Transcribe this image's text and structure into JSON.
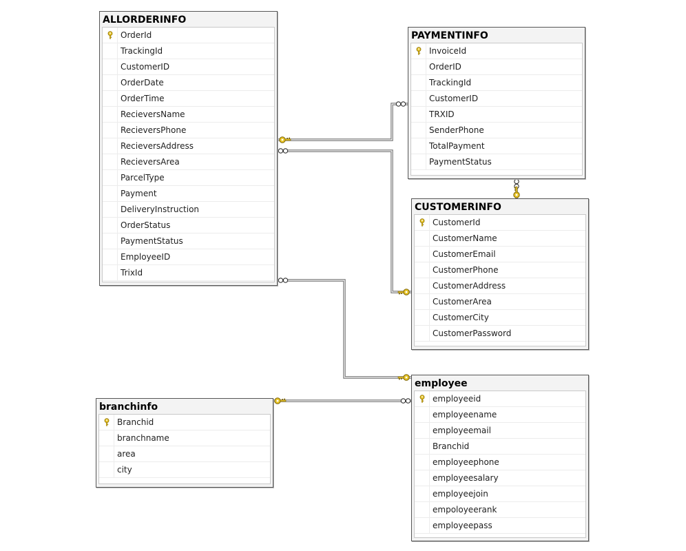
{
  "diagram": {
    "tables": [
      {
        "id": "allorderinfo",
        "title": "ALLORDERINFO",
        "key_column": "OrderId",
        "columns": [
          "OrderId",
          "TrackingId",
          "CustomerID",
          "OrderDate",
          "OrderTime",
          "RecieversName",
          "RecieversPhone",
          "RecieversAddress",
          "RecieversArea",
          "ParcelType",
          "Payment",
          "DeliveryInstruction",
          "OrderStatus",
          "PaymentStatus",
          "EmployeeID",
          "TrixId"
        ]
      },
      {
        "id": "paymentinfo",
        "title": "PAYMENTINFO",
        "key_column": "InvoiceId",
        "columns": [
          "InvoiceId",
          "OrderID",
          "TrackingId",
          "CustomerID",
          "TRXID",
          "SenderPhone",
          "TotalPayment",
          "PaymentStatus"
        ]
      },
      {
        "id": "customerinfo",
        "title": "CUSTOMERINFO",
        "key_column": "CustomerId",
        "columns": [
          "CustomerId",
          "CustomerName",
          "CustomerEmail",
          "CustomerPhone",
          "CustomerAddress",
          "CustomerArea",
          "CustomerCity",
          "CustomerPassword"
        ]
      },
      {
        "id": "employee",
        "title": "employee",
        "key_column": "employeeid",
        "columns": [
          "employeeid",
          "employeename",
          "employeemail",
          "Branchid",
          "employeephone",
          "employeesalary",
          "employeejoin",
          "empoloyeerank",
          "employeepass"
        ]
      },
      {
        "id": "branchinfo",
        "title": "branchinfo",
        "key_column": "Branchid",
        "columns": [
          "Branchid",
          "branchname",
          "area",
          "city"
        ]
      }
    ],
    "relationships": [
      {
        "from": "allorderinfo",
        "to": "paymentinfo",
        "one_end": "allorderinfo",
        "many_end": "paymentinfo"
      },
      {
        "from": "allorderinfo",
        "to": "customerinfo",
        "one_end": "customerinfo",
        "many_end": "allorderinfo"
      },
      {
        "from": "allorderinfo",
        "to": "employee",
        "one_end": "employee",
        "many_end": "allorderinfo"
      },
      {
        "from": "paymentinfo",
        "to": "customerinfo",
        "one_end": "customerinfo",
        "many_end": "paymentinfo"
      },
      {
        "from": "branchinfo",
        "to": "employee",
        "one_end": "branchinfo",
        "many_end": "employee"
      }
    ],
    "colors": {
      "key": "#e8c52a",
      "line": "#6f6f6f",
      "border": "#555555"
    },
    "icons": {
      "primary_key": "key-icon",
      "one_end": "key-end-icon",
      "many_end": "infinity-end-icon"
    }
  }
}
